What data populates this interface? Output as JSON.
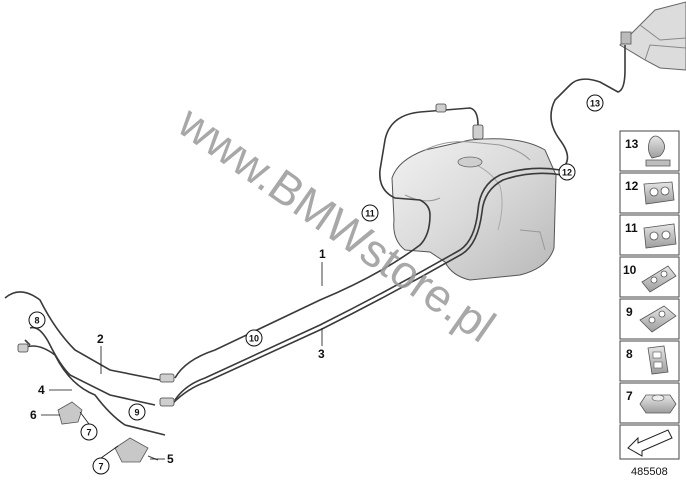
{
  "watermark": "www.BMWstore.pl",
  "diagram_number": "485508",
  "callouts": {
    "c8": "8",
    "c9": "9",
    "c10": "10",
    "c11": "11",
    "c12": "12",
    "c13": "13",
    "c7a": "7",
    "c7b": "7"
  },
  "labels": {
    "l1": "1",
    "l2": "2",
    "l3": "3",
    "l4": "4",
    "l5": "5",
    "l6": "6"
  },
  "panel": [
    "13",
    "12",
    "11",
    "10",
    "9",
    "8",
    "7"
  ]
}
